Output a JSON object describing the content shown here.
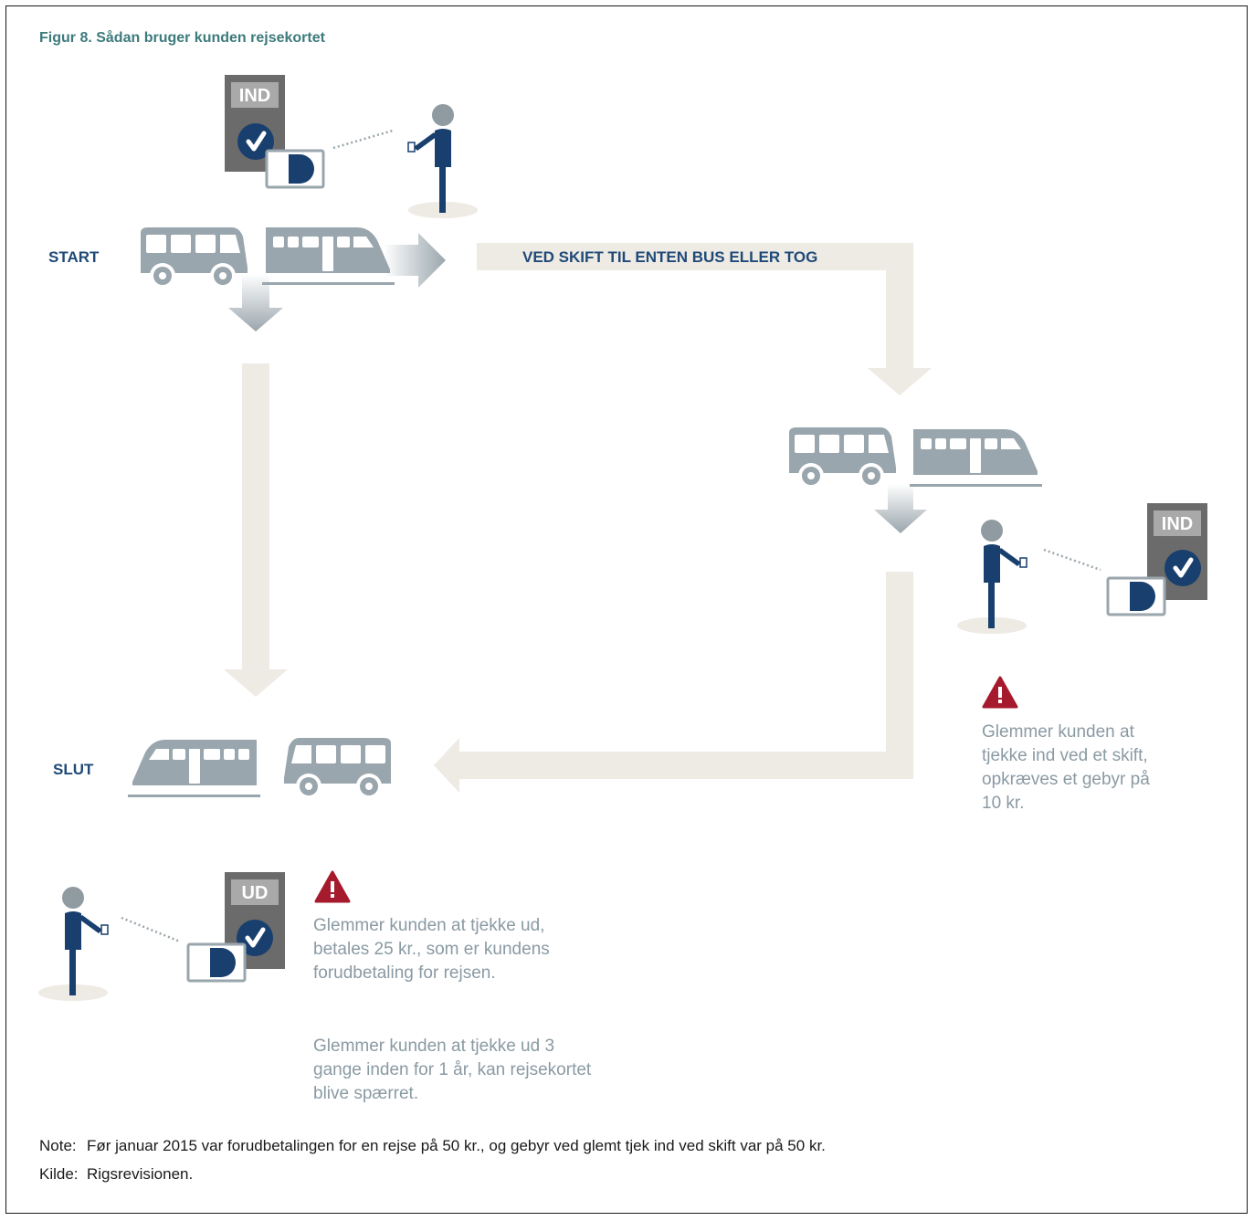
{
  "title": "Figur 8. Sådan bruger kunden rejsekortet",
  "labels": {
    "start": "START",
    "end": "SLUT",
    "transfer": "VED SKIFT TIL ENTEN BUS ELLER TOG"
  },
  "terminals": {
    "check_in": "IND",
    "check_out": "UD"
  },
  "warnings": {
    "transfer": "Glemmer kunden at tjekke ind ved et skift, opkræves et gebyr på 10 kr.",
    "checkout_fee": "Glemmer kunden at tjekke ud, betales 25 kr., som er kundens forudbetaling for rejsen.",
    "checkout_block": "Glemmer kunden at tjekke ud 3 gange inden for 1 år, kan rejsekortet blive spærret."
  },
  "footer": {
    "note_key": "Note:",
    "note_text": "Før januar 2015 var forudbetalingen for en rejse på 50 kr., og gebyr ved glemt tjek ind ved skift var på 50 kr.",
    "source_key": "Kilde:",
    "source_text": "Rigsrevisionen."
  },
  "colors": {
    "title": "#3d7a7c",
    "label": "#1f4a78",
    "vehicle": "#9aa6ad",
    "path": "#eeeae4",
    "terminal": "#6b6b6b",
    "check": "#183f6e",
    "person": "#183f6e",
    "person_head": "#8f9aa1",
    "warning": "#a51a2c"
  },
  "icons": [
    "bus-icon",
    "train-icon",
    "person-icon",
    "card-reader-icon",
    "warning-icon",
    "checkmark-icon"
  ]
}
